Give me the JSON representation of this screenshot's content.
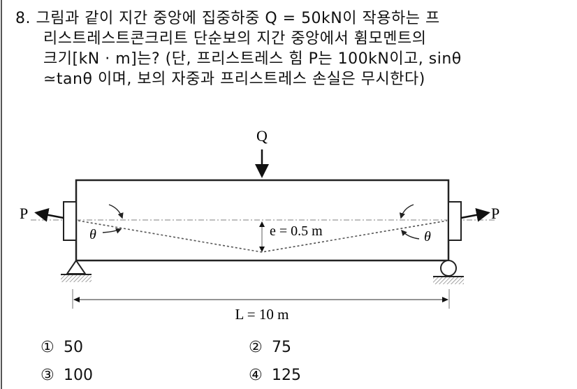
{
  "question": {
    "number": "8.",
    "lines": [
      "그림과 같이 지간 중앙에 집중하중 Q = 50kN이 작용하는 프",
      "리스트레스트콘크리트 단순보의 지간 중앙에서 휨모멘트의",
      "크기[kN · m]는? (단, 프리스트레스 힘 P는 100kN이고, sinθ",
      "≃tanθ 이며, 보의 자중과 프리스트레스 손실은 무시한다)"
    ]
  },
  "diagram": {
    "load_label": "Q",
    "prestress_left_label": "P",
    "prestress_right_label": "P",
    "theta_left": "θ",
    "theta_right": "θ",
    "eccentricity_label": "e = 0.5 m",
    "span_label": "L = 10 m",
    "supports": {
      "left": "pin-support",
      "right": "roller-support"
    }
  },
  "choices": [
    {
      "num": "①",
      "value": "50"
    },
    {
      "num": "②",
      "value": "75"
    },
    {
      "num": "③",
      "value": "100"
    },
    {
      "num": "④",
      "value": "125"
    }
  ]
}
